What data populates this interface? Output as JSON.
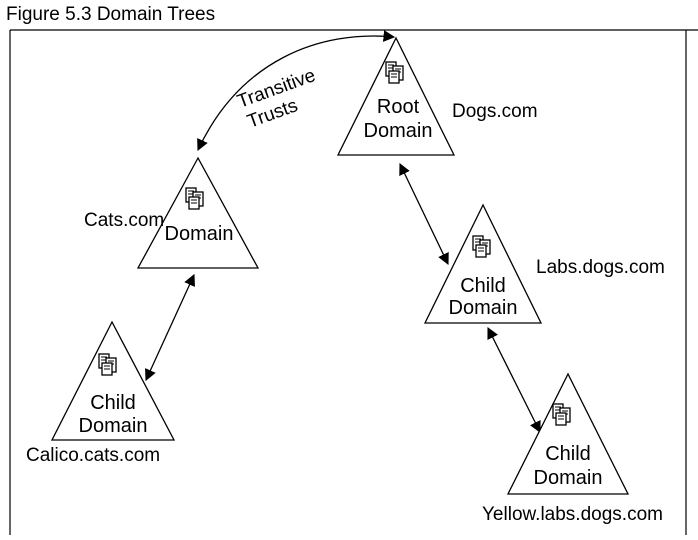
{
  "caption": "Figure 5.3 Domain Trees",
  "trust_label": [
    "Transitive",
    "Trusts"
  ],
  "domains": [
    {
      "id": "dogs",
      "name": "Dogs.com",
      "type_lines": [
        "Root",
        "Domain"
      ]
    },
    {
      "id": "cats",
      "name": "Cats.com",
      "type_lines": [
        "Domain"
      ]
    },
    {
      "id": "labs",
      "name": "Labs.dogs.com",
      "type_lines": [
        "Child",
        "Domain"
      ]
    },
    {
      "id": "calico",
      "name": "Calico.cats.com",
      "type_lines": [
        "Child",
        "Domain"
      ]
    },
    {
      "id": "yellow",
      "name": "Yellow.labs.dogs.com",
      "type_lines": [
        "Child",
        "Domain"
      ]
    }
  ],
  "icons": {
    "server": "server-stack-icon"
  }
}
